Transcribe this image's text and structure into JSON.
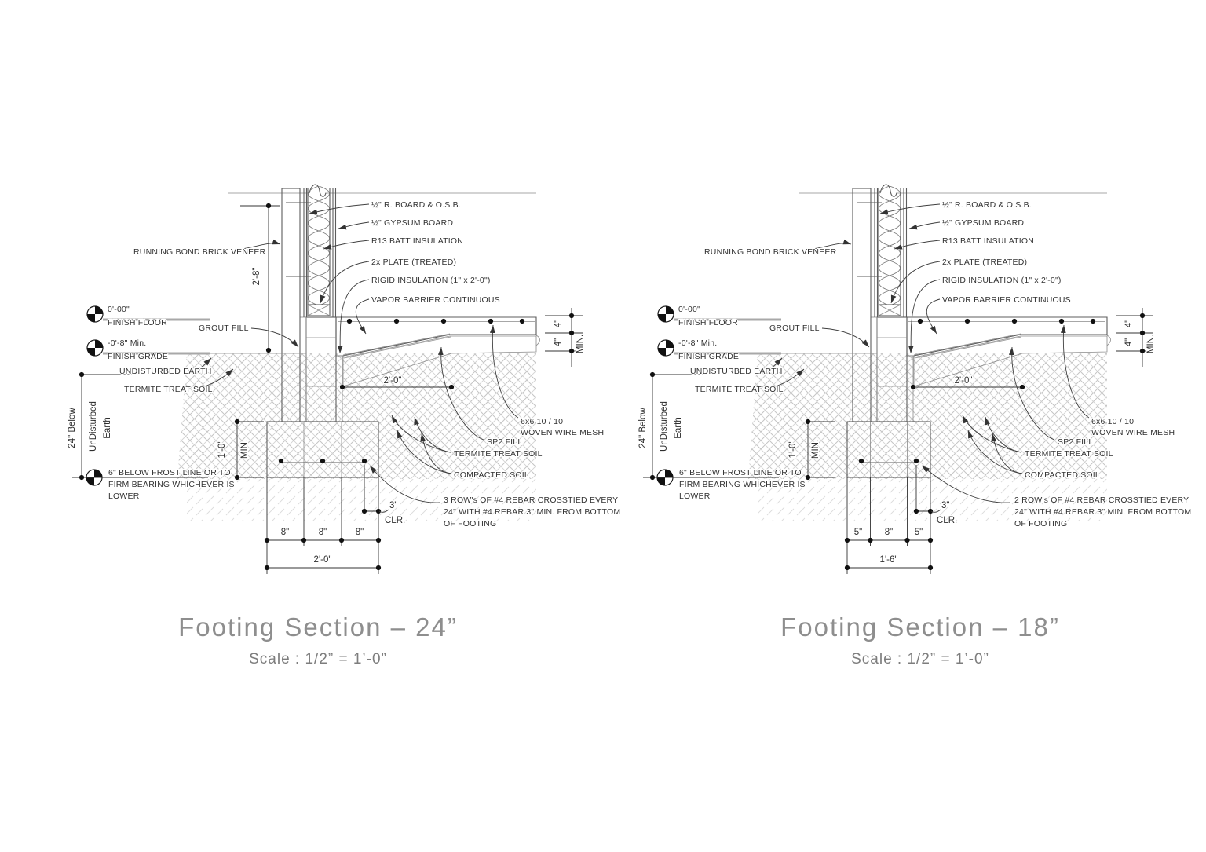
{
  "colors": {
    "line": "#5c5c5c",
    "hatch": "#c4c4c4",
    "text": "#333333",
    "title": "#8e8e8e",
    "dot": "#111111"
  },
  "drawings": [
    {
      "title": "Footing Section  –  24”",
      "scale_note": "Scale :  1/2”  =  1’-0”",
      "wall": {
        "r_board": "½\" R. BOARD & O.S.B.",
        "gypsum": "½\" GYPSUM BOARD",
        "batt": "R13 BATT INSULATION",
        "plate": "2x PLATE (TREATED)",
        "rigid": "RIGID INSULATION (1\" x 2'-0\")",
        "vapor": "VAPOR BARRIER CONTINUOUS",
        "brick": "RUNNING BOND BRICK VENEER",
        "grout": "GROUT FILL"
      },
      "datums": {
        "ff_elev": "0'-00\"",
        "ff": "FINISH FLOOR",
        "fg_elev": "-0'-8\" Min.",
        "fg": "FINISH GRADE",
        "frost1": "6\" BELOW FROST LINE  OR TO",
        "frost2": "FIRM BEARING WHICHEVER IS",
        "frost3": "LOWER"
      },
      "soil": {
        "undisturbed": "UNDISTURBED EARTH",
        "termite_left": "TERMITE TREAT SOIL",
        "below1": "24\" Below",
        "below2": "UnDisturbed",
        "below3": "Earth",
        "mesh1": "6x6 10 / 10",
        "mesh2": "WOVEN WIRE MESH",
        "sp2": "SP2 FILL",
        "termite_right": "TERMITE TREAT SOIL",
        "compacted": "COMPACTED SOIL"
      },
      "dims": {
        "wall_h": "2'-8\"",
        "slab_a": "4\"",
        "slab_b": "4\"",
        "slab_min": "MIN.",
        "edge": "2'-0\"",
        "foot_h": "1'-0\"",
        "foot_min": "MIN.",
        "w1": "8\"",
        "w2": "8\"",
        "w3": "8\"",
        "total": "2'-0\"",
        "clr_a": "3\"",
        "clr_b": "CLR."
      },
      "note": {
        "l1": "3 ROW's OF #4 REBAR CROSSTIED EVERY",
        "l2": "24\" WITH #4 REBAR 3\" MIN. FROM BOTTOM",
        "l3": "OF FOOTING"
      }
    },
    {
      "title": "Footing Section  –  18”",
      "scale_note": "Scale :  1/2”  =  1’-0”",
      "wall": {
        "r_board": "½\" R. BOARD & O.S.B.",
        "gypsum": "½\" GYPSUM BOARD",
        "batt": "R13 BATT INSULATION",
        "plate": "2x PLATE (TREATED)",
        "rigid": "RIGID INSULATION (1\" x 2'-0\")",
        "vapor": "VAPOR BARRIER CONTINUOUS",
        "brick": "RUNNING BOND BRICK VENEER",
        "grout": "GROUT FILL"
      },
      "datums": {
        "ff_elev": "0'-00\"",
        "ff": "FINISH FLOOR",
        "fg_elev": "-0'-8\" Min.",
        "fg": "FINISH GRADE",
        "frost1": "6\" BELOW FROST LINE  OR TO",
        "frost2": "FIRM BEARING WHICHEVER IS",
        "frost3": "LOWER"
      },
      "soil": {
        "undisturbed": "UNDISTURBED EARTH",
        "termite_left": "TERMITE TREAT SOIL",
        "below1": "24\" Below",
        "below2": "UnDisturbed",
        "below3": "Earth",
        "mesh1": "6x6 10 / 10",
        "mesh2": "WOVEN WIRE MESH",
        "sp2": "SP2 FILL",
        "termite_right": "TERMITE TREAT SOIL",
        "compacted": "COMPACTED SOIL"
      },
      "dims": {
        "slab_a": "4\"",
        "slab_b": "4\"",
        "slab_min": "MIN.",
        "edge": "2'-0\"",
        "foot_h": "1'-0\"",
        "foot_min": "MIN.",
        "w1": "5\"",
        "w2": "8\"",
        "w3": "5\"",
        "total": "1'-6\"",
        "clr_a": "3\"",
        "clr_b": "CLR."
      },
      "note": {
        "l1": "2 ROW's OF #4 REBAR CROSSTIED EVERY",
        "l2": "24\" WITH #4 REBAR 3\" MIN. FROM BOTTOM",
        "l3": "OF FOOTING"
      }
    }
  ]
}
